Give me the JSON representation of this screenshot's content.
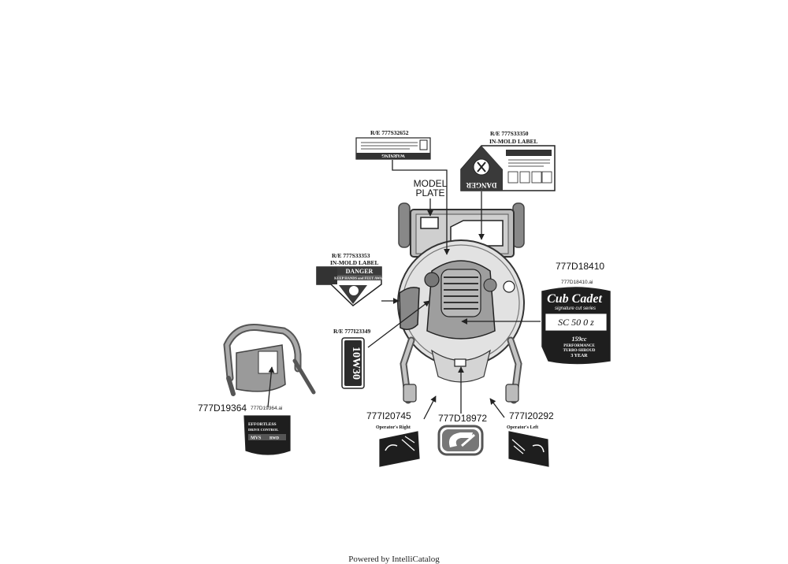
{
  "callouts": {
    "warning_ref": "R/E 777S32652",
    "danger_ref": "R/E 777S33350",
    "in_mold": "IN-MOLD LABEL",
    "model_plate_1": "MODEL",
    "model_plate_2": "PLATE",
    "side_danger_ref": "R/E 777S33353",
    "side_in_mold": "IN-MOLD LABEL",
    "oil_ref": "R/E 777I23349",
    "cub_part": "777D18410",
    "cub_ai": "777D18410.ai",
    "handle_part": "777D19364",
    "handle_ai": "777D19364.ai",
    "right_part": "777I20745",
    "right_sub": "Operator's Right",
    "center_part": "777D18972",
    "left_part": "777I20292",
    "left_sub": "Operator's Left"
  },
  "labels": {
    "warning_word": "WARNING",
    "danger_word": "DANGER",
    "keep_hands": "KEEP HANDS and FEET AWAY",
    "oil": "10W30",
    "brand": "Cub Cadet",
    "brand_series": "signature cut series",
    "model_code": "SC 50 0 z",
    "engine_cc": "159cc",
    "engine_line1": "PERFORMANCE",
    "engine_line2": "TURBO-SHROUD",
    "warranty": "3 YEAR",
    "drive_line1": "EFFORTLESS",
    "drive_line2": "DRIVE CONTROL",
    "drive_line3": "MVS",
    "drive_line4": "RWD"
  },
  "footer": "Powered by IntelliCatalog"
}
